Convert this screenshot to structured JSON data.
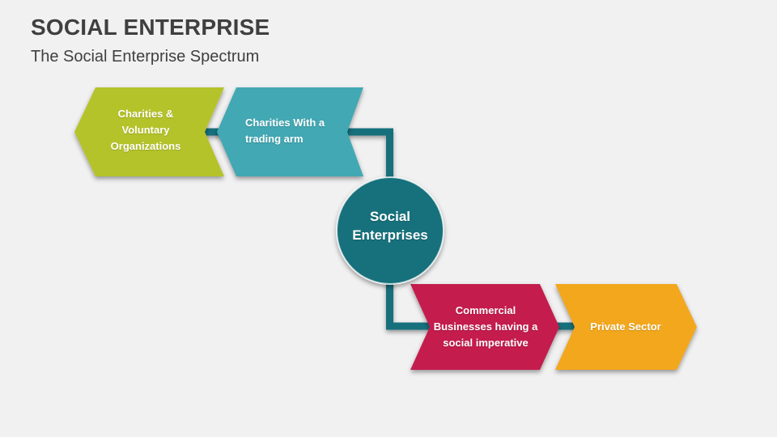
{
  "slide": {
    "title": "SOCIAL ENTERPRISE",
    "subtitle": "The Social Enterprise Spectrum",
    "background_color": "#f1f1f2",
    "title_color": "#3f3f3f"
  },
  "diagram": {
    "connector_color": "#16707c",
    "center_node": {
      "id": "social-enterprises",
      "label": "Social Enterprises",
      "lines": [
        "Social",
        "Enterprises"
      ],
      "color": "#17717b",
      "text_color": "#ffffff"
    },
    "nodes": [
      {
        "id": "charities-voluntary-organizations",
        "label": "Charities & Voluntary Organizations",
        "lines": [
          "Charities &",
          "Voluntary",
          "Organizations"
        ],
        "color": "#b5c32a",
        "direction": "left",
        "text_color": "#ffffff"
      },
      {
        "id": "charities-with-trading-arm",
        "label": "Charities With a trading arm",
        "lines": [
          "Charities With a",
          "trading arm"
        ],
        "color": "#43a8b3",
        "direction": "left",
        "text_color": "#ffffff"
      },
      {
        "id": "commercial-businesses-social-imperative",
        "label": "Commercial Businesses having a social imperative",
        "lines": [
          "Commercial",
          "Businesses having a",
          "social imperative"
        ],
        "color": "#c41f4e",
        "direction": "right",
        "text_color": "#ffffff"
      },
      {
        "id": "private-sector",
        "label": "Private Sector",
        "lines": [
          "Private Sector"
        ],
        "color": "#f2a71e",
        "direction": "right",
        "text_color": "#ffffff"
      }
    ]
  }
}
